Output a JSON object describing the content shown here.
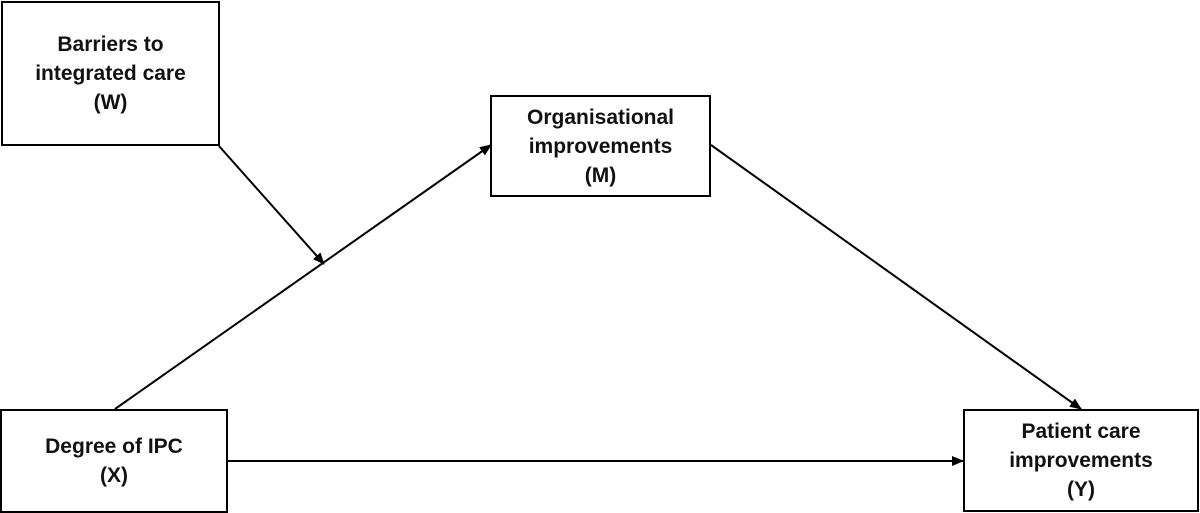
{
  "nodes": {
    "w": {
      "line1": "Barriers to",
      "line2": "integrated care",
      "line3": "(W)"
    },
    "m": {
      "line1": "Organisational",
      "line2": "improvements",
      "line3": "(M)"
    },
    "x": {
      "line1": "Degree of IPC",
      "line2": "(X)"
    },
    "y": {
      "line1": "Patient care",
      "line2": "improvements",
      "line3": "(Y)"
    }
  },
  "edges": [
    {
      "from": "x",
      "to": "m",
      "label": ""
    },
    {
      "from": "m",
      "to": "y",
      "label": ""
    },
    {
      "from": "x",
      "to": "y",
      "label": ""
    },
    {
      "from": "w",
      "to": "x-m path",
      "label": ""
    }
  ]
}
